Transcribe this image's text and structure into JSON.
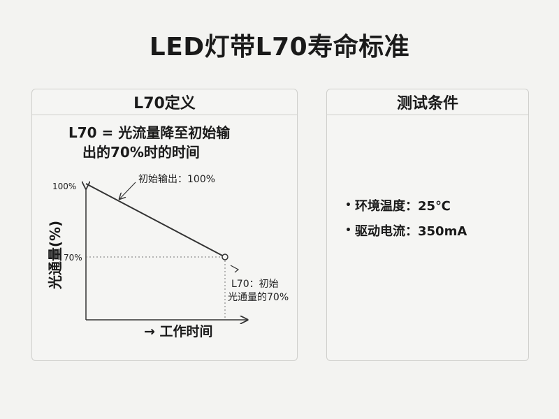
{
  "title": "LED灯带L70寿命标准",
  "left_panel": {
    "header": "L70定义",
    "definition_line1": "L70 = 光流量降至初始输",
    "definition_line2": "出的70%时的时间"
  },
  "diagram": {
    "y_axis_label": "光通量(%)",
    "x_axis_label": "→ 工作时间",
    "tick_100": "100%",
    "tick_70": "70%",
    "annotation_initial": "初始输出：100%",
    "annotation_l70_line1": "L70：初始",
    "annotation_l70_line2": "光通量的70%"
  },
  "right_panel": {
    "header": "测试条件",
    "conditions": [
      "环境温度：25℃",
      "驱动电流：350mA"
    ]
  },
  "colors": {
    "line": "#333333",
    "border": "#cfcfcc",
    "background": "#f3f3f1"
  }
}
